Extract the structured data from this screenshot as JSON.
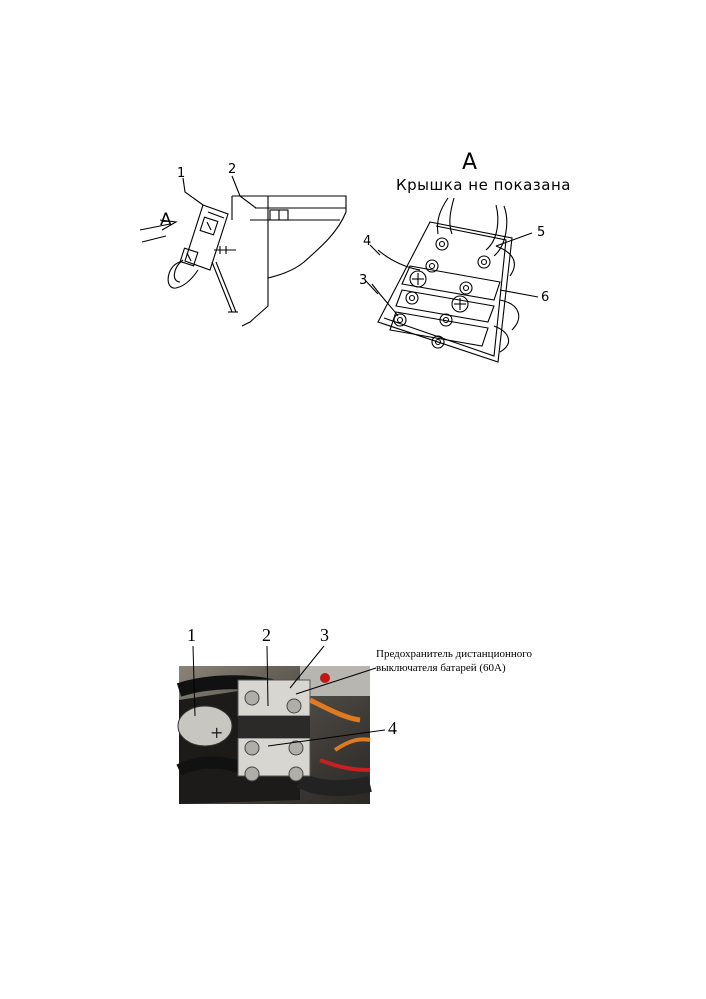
{
  "top_drawing": {
    "view_letter_arrow": "А",
    "callouts_left": [
      "1",
      "2"
    ],
    "view_title": "А",
    "view_subtitle": "Крышка  не показана",
    "callouts_right": [
      "3",
      "4",
      "5",
      "6"
    ]
  },
  "photo_figure": {
    "callouts": [
      "1",
      "2",
      "3",
      "4"
    ],
    "fuse_label_line1": "Предохранитель дистанционного",
    "fuse_label_line2": "выключателя батарей (60А)",
    "battery_mark": "+"
  }
}
